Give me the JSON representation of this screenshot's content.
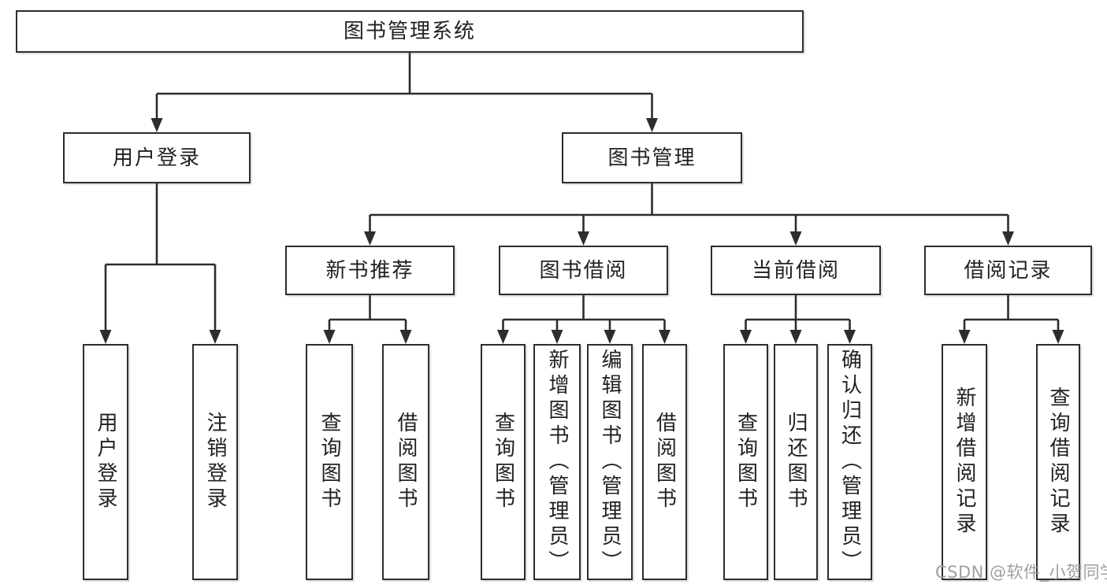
{
  "colors": {
    "line": "#2d2d2d",
    "text": "#212121",
    "box_fill": "#ffffff",
    "background": "#ffffff",
    "watermark": "#9f9f9f"
  },
  "diagram": {
    "title": "图书管理系统",
    "nodes": {
      "root": {
        "label": "图书管理系统"
      },
      "user_login": {
        "label": "用户登录"
      },
      "book_mgmt": {
        "label": "图书管理"
      },
      "new_book_rec": {
        "label": "新书推荐"
      },
      "book_borrow": {
        "label": "图书借阅"
      },
      "current_borrow": {
        "label": "当前借阅"
      },
      "borrow_record": {
        "label": "借阅记录"
      },
      "ul_user_login": {
        "label": "用户登录"
      },
      "ul_logout": {
        "label": "注销登录"
      },
      "nbr_query_book": {
        "label": "查询图书"
      },
      "nbr_borrow_book": {
        "label": "借阅图书"
      },
      "bb_query_book": {
        "label": "查询图书"
      },
      "bb_add_book": {
        "label": "新增图书（管理员）"
      },
      "bb_edit_book": {
        "label": "编辑图书（管理员）"
      },
      "bb_borrow_book": {
        "label": "借阅图书"
      },
      "cb_query_book": {
        "label": "查询图书"
      },
      "cb_return_book": {
        "label": "归还图书"
      },
      "cb_confirm_return": {
        "label": "确认归还（管理员）"
      },
      "br_add_record": {
        "label": "新增借阅记录"
      },
      "br_query_record": {
        "label": "查询借阅记录"
      }
    },
    "hierarchy": {
      "label": "图书管理系统",
      "children": [
        {
          "label": "用户登录",
          "children": [
            {
              "label": "用户登录"
            },
            {
              "label": "注销登录"
            }
          ]
        },
        {
          "label": "图书管理",
          "children": [
            {
              "label": "新书推荐",
              "children": [
                {
                  "label": "查询图书"
                },
                {
                  "label": "借阅图书"
                }
              ]
            },
            {
              "label": "图书借阅",
              "children": [
                {
                  "label": "查询图书"
                },
                {
                  "label": "新增图书（管理员）"
                },
                {
                  "label": "编辑图书（管理员）"
                },
                {
                  "label": "借阅图书"
                }
              ]
            },
            {
              "label": "当前借阅",
              "children": [
                {
                  "label": "查询图书"
                },
                {
                  "label": "归还图书"
                },
                {
                  "label": "确认归还（管理员）"
                }
              ]
            },
            {
              "label": "借阅记录",
              "children": [
                {
                  "label": "新增借阅记录"
                },
                {
                  "label": "查询借阅记录"
                }
              ]
            }
          ]
        }
      ]
    }
  },
  "watermark": {
    "text": "CSDN @软件_小贺同学"
  }
}
